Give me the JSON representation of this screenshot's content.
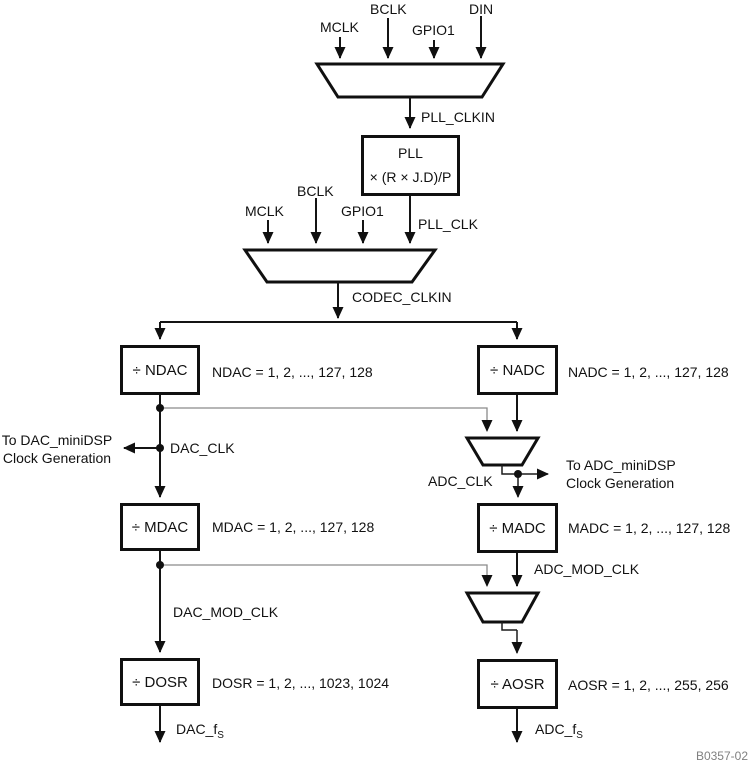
{
  "footer_code": "B0357-02",
  "mux1": {
    "inputs": [
      "MCLK",
      "BCLK",
      "GPIO1",
      "DIN"
    ],
    "output": "PLL_CLKIN"
  },
  "pll": {
    "name": "PLL",
    "formula": "× (R × J.D)/P"
  },
  "mux2": {
    "inputs": [
      "MCLK",
      "BCLK",
      "GPIO1",
      "PLL_CLK"
    ],
    "output": "CODEC_CLKIN"
  },
  "dac": {
    "divider1": {
      "label": "÷ NDAC",
      "range": "NDAC = 1, 2, ..., 127, 128"
    },
    "clk_label": "DAC_CLK",
    "minidsp_line1": "To DAC_miniDSP",
    "minidsp_line2": "Clock Generation",
    "divider2": {
      "label": "÷ MDAC",
      "range": "MDAC = 1, 2, ..., 127, 128"
    },
    "mod_clk_label": "DAC_MOD_CLK",
    "divider3": {
      "label": "÷ DOSR",
      "range": "DOSR = 1, 2, ..., 1023, 1024"
    },
    "fs_base": "DAC_f",
    "fs_sub": "S"
  },
  "adc": {
    "divider1": {
      "label": "÷ NADC",
      "range": "NADC = 1, 2, ..., 127, 128"
    },
    "clk_label": "ADC_CLK",
    "minidsp_line1": "To ADC_miniDSP",
    "minidsp_line2": "Clock Generation",
    "divider2": {
      "label": "÷ MADC",
      "range": "MADC = 1, 2, ..., 127, 128"
    },
    "mod_clk_label": "ADC_MOD_CLK",
    "divider3": {
      "label": "÷ AOSR",
      "range": "AOSR = 1, 2, ..., 255, 256"
    },
    "fs_base": "ADC_f",
    "fs_sub": "S"
  }
}
